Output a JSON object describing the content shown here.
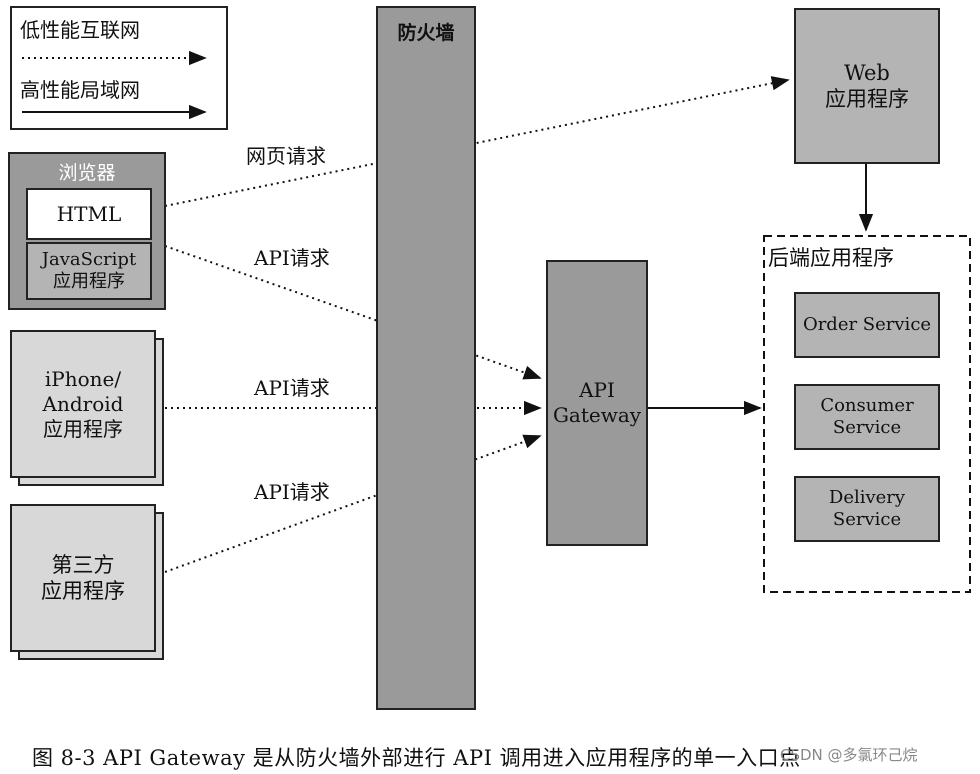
{
  "legend": {
    "low_perf": "低性能互联网",
    "high_perf": "高性能局域网"
  },
  "firewall": {
    "label": "防火墙"
  },
  "browser": {
    "title": "浏览器",
    "html": "HTML",
    "js_app": "JavaScript\n应用程序"
  },
  "mobile": {
    "label": "iPhone/\nAndroid\n应用程序"
  },
  "third_party": {
    "label": "第三方\n应用程序"
  },
  "web_app": {
    "label": "Web\n应用程序"
  },
  "api_gateway": {
    "label": "API\nGateway"
  },
  "backend": {
    "title": "后端应用程序",
    "services": [
      "Order Service",
      "Consumer\nService",
      "Delivery\nService"
    ]
  },
  "arrows": {
    "web_request": "网页请求",
    "api_request_1": "API请求",
    "api_request_2": "API请求",
    "api_request_3": "API请求"
  },
  "caption": "图 8-3   API Gateway 是从防火墙外部进行 API 调用进入应用程序的单一入口点",
  "watermark": "CSDN @多氯环己烷"
}
